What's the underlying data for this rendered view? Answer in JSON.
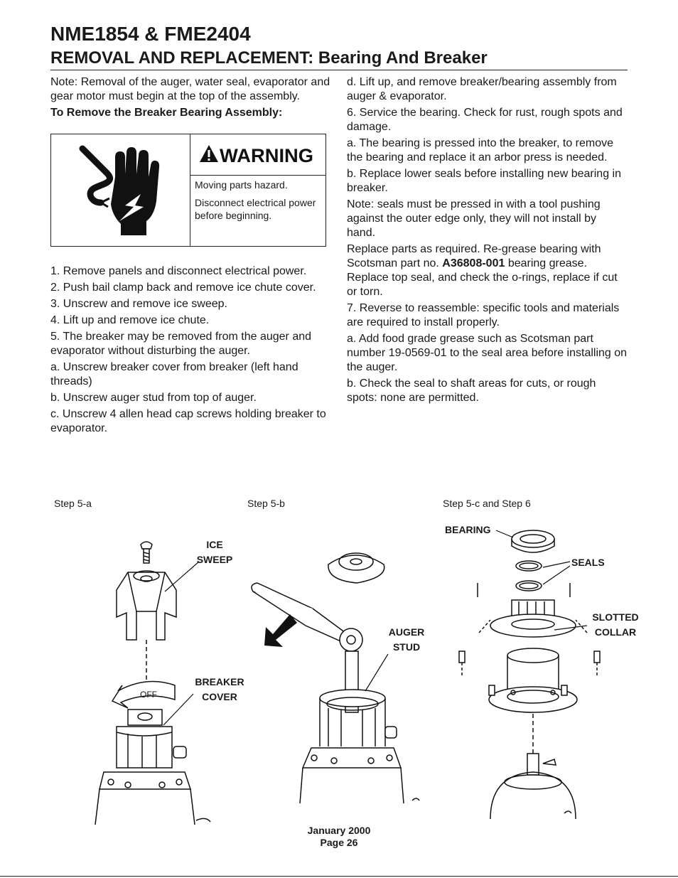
{
  "header": {
    "title": "NME1854 & FME2404",
    "subtitle": "REMOVAL AND REPLACEMENT: Bearing And Breaker"
  },
  "left_column": {
    "note": "Note: Removal of the auger, water seal, evaporator and gear motor must begin at the top of the assembly.",
    "heading": "To Remove the Breaker Bearing Assembly:",
    "warning": {
      "label": "WARNING",
      "line1": "Moving parts hazard.",
      "line2": "Disconnect electrical power before beginning."
    },
    "steps": [
      "1. Remove panels and disconnect electrical power.",
      "2. Push bail clamp back and remove ice chute cover.",
      "3. Unscrew and remove ice sweep.",
      "4. Lift up and remove ice chute.",
      "5. The breaker may be removed from the auger and evaporator without disturbing the auger.",
      " a. Unscrew breaker cover from breaker (left hand threads)",
      " b. Unscrew auger stud from top of auger.",
      " c. Unscrew 4 allen head cap screws holding breaker to evaporator."
    ]
  },
  "right_column": {
    "p1": " d. Lift up, and remove breaker/bearing assembly from auger & evaporator.",
    "p2": "6. Service the bearing. Check for rust, rough spots and damage.",
    "p3": " a. The bearing is pressed into the breaker, to remove the bearing and replace it an arbor press is needed.",
    "p4": " b. Replace lower seals before installing new bearing in breaker.",
    "p5": "Note: seals must be pressed in with a tool pushing against the outer edge only, they will not install by hand.",
    "p6_pre": "Replace parts as required. Re-grease bearing with Scotsman part no. ",
    "p6_part": "A36808-001",
    "p6_post": " bearing grease. Replace top seal, and check the o-rings, replace if cut or torn.",
    "p7": "7. Reverse to reassemble: specific tools and materials are required to install properly.",
    "p8": "a. Add food grade grease such as Scotsman part number 19-0569-01 to the seal area before installing on the auger.",
    "p9": "b. Check the seal to shaft areas for cuts, or rough spots: none are permitted."
  },
  "figures": {
    "step_labels": [
      "Step 5-a",
      "Step 5-b",
      "Step 5-c and Step 6"
    ],
    "callouts": {
      "ice_sweep": [
        "ICE",
        "SWEEP"
      ],
      "breaker_cover": [
        "BREAKER",
        "COVER"
      ],
      "auger_stud": [
        "AUGER",
        "STUD"
      ],
      "bearing": "BEARING",
      "seals": "SEALS",
      "slotted_collar": [
        "SLOTTED",
        "COLLAR"
      ],
      "off_text": "OFF"
    }
  },
  "footer": {
    "date": "January 2000",
    "page": "Page 26"
  }
}
